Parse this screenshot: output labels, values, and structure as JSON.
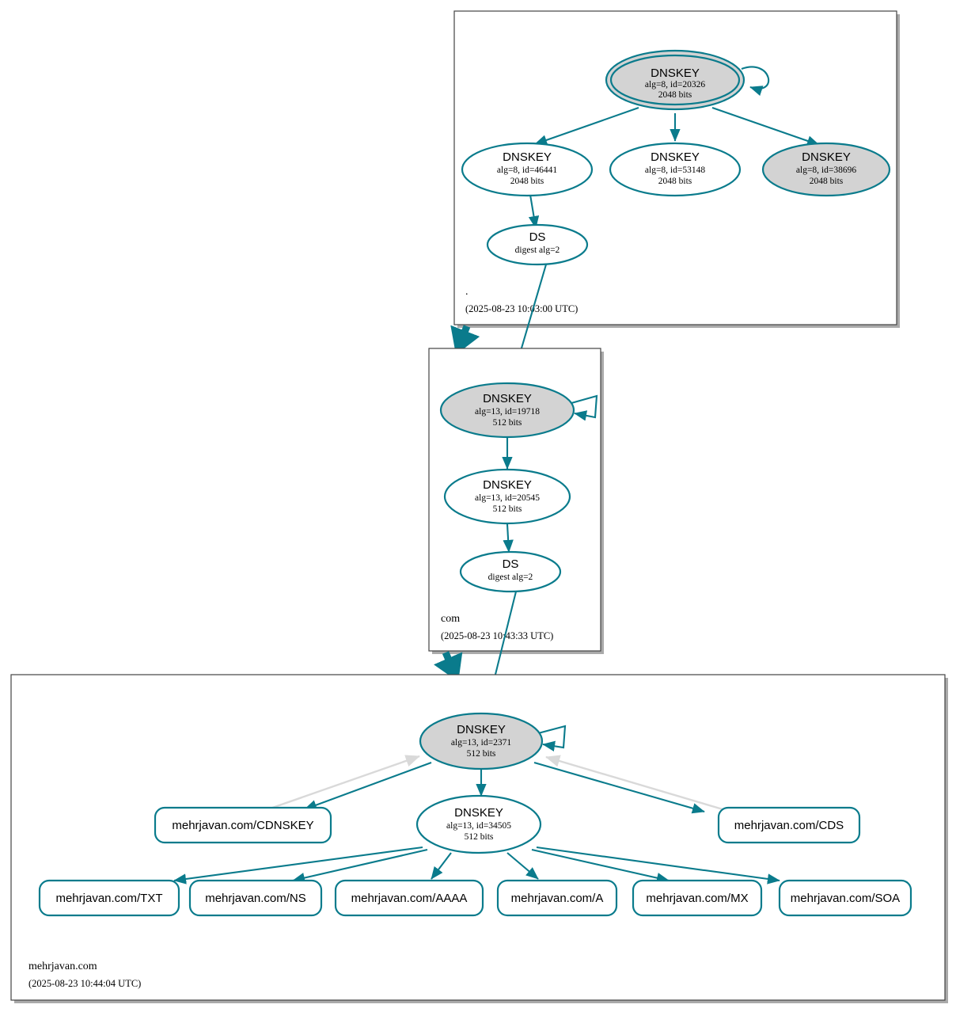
{
  "diagram": {
    "type": "dnssec-authentication-chain",
    "colors": {
      "accent": "#0a7b8c",
      "secure_key_fill": "#d3d3d3",
      "plain_key_fill": "#ffffff",
      "cluster_border": "#444444",
      "delegation_grey": "#d9d9d9"
    }
  },
  "zones": [
    {
      "id": "root",
      "name": ".",
      "timestamp": "(2025-08-23 10:03:00 UTC)",
      "nodes": [
        {
          "id": "root-ksk",
          "kind": "DNSKEY",
          "title": "DNSKEY",
          "line2": "alg=8, id=20326",
          "line3": "2048 bits",
          "trust_anchor": true,
          "shaded": true
        },
        {
          "id": "root-zsk-46441",
          "kind": "DNSKEY",
          "title": "DNSKEY",
          "line2": "alg=8, id=46441",
          "line3": "2048 bits",
          "trust_anchor": false,
          "shaded": false
        },
        {
          "id": "root-zsk-53148",
          "kind": "DNSKEY",
          "title": "DNSKEY",
          "line2": "alg=8, id=53148",
          "line3": "2048 bits",
          "trust_anchor": false,
          "shaded": false
        },
        {
          "id": "root-key-38696",
          "kind": "DNSKEY",
          "title": "DNSKEY",
          "line2": "alg=8, id=38696",
          "line3": "2048 bits",
          "trust_anchor": false,
          "shaded": true
        },
        {
          "id": "root-ds",
          "kind": "DS",
          "title": "DS",
          "line2": "digest alg=2",
          "line3": "",
          "trust_anchor": false,
          "shaded": false
        }
      ]
    },
    {
      "id": "com",
      "name": "com",
      "timestamp": "(2025-08-23 10:43:33 UTC)",
      "nodes": [
        {
          "id": "com-ksk",
          "kind": "DNSKEY",
          "title": "DNSKEY",
          "line2": "alg=13, id=19718",
          "line3": "512 bits",
          "trust_anchor": false,
          "shaded": true
        },
        {
          "id": "com-zsk",
          "kind": "DNSKEY",
          "title": "DNSKEY",
          "line2": "alg=13, id=20545",
          "line3": "512 bits",
          "trust_anchor": false,
          "shaded": false
        },
        {
          "id": "com-ds",
          "kind": "DS",
          "title": "DS",
          "line2": "digest alg=2",
          "line3": "",
          "trust_anchor": false,
          "shaded": false
        }
      ]
    },
    {
      "id": "mehrjavan",
      "name": "mehrjavan.com",
      "timestamp": "(2025-08-23 10:44:04 UTC)",
      "nodes": [
        {
          "id": "mj-ksk",
          "kind": "DNSKEY",
          "title": "DNSKEY",
          "line2": "alg=13, id=2371",
          "line3": "512 bits",
          "trust_anchor": false,
          "shaded": true
        },
        {
          "id": "mj-zsk",
          "kind": "DNSKEY",
          "title": "DNSKEY",
          "line2": "alg=13, id=34505",
          "line3": "512 bits",
          "trust_anchor": false,
          "shaded": false
        }
      ],
      "rrsets": [
        {
          "id": "rr-cdnskey",
          "label": "mehrjavan.com/CDNSKEY"
        },
        {
          "id": "rr-cds",
          "label": "mehrjavan.com/CDS"
        },
        {
          "id": "rr-txt",
          "label": "mehrjavan.com/TXT"
        },
        {
          "id": "rr-ns",
          "label": "mehrjavan.com/NS"
        },
        {
          "id": "rr-aaaa",
          "label": "mehrjavan.com/AAAA"
        },
        {
          "id": "rr-a",
          "label": "mehrjavan.com/A"
        },
        {
          "id": "rr-mx",
          "label": "mehrjavan.com/MX"
        },
        {
          "id": "rr-soa",
          "label": "mehrjavan.com/SOA"
        }
      ]
    }
  ]
}
